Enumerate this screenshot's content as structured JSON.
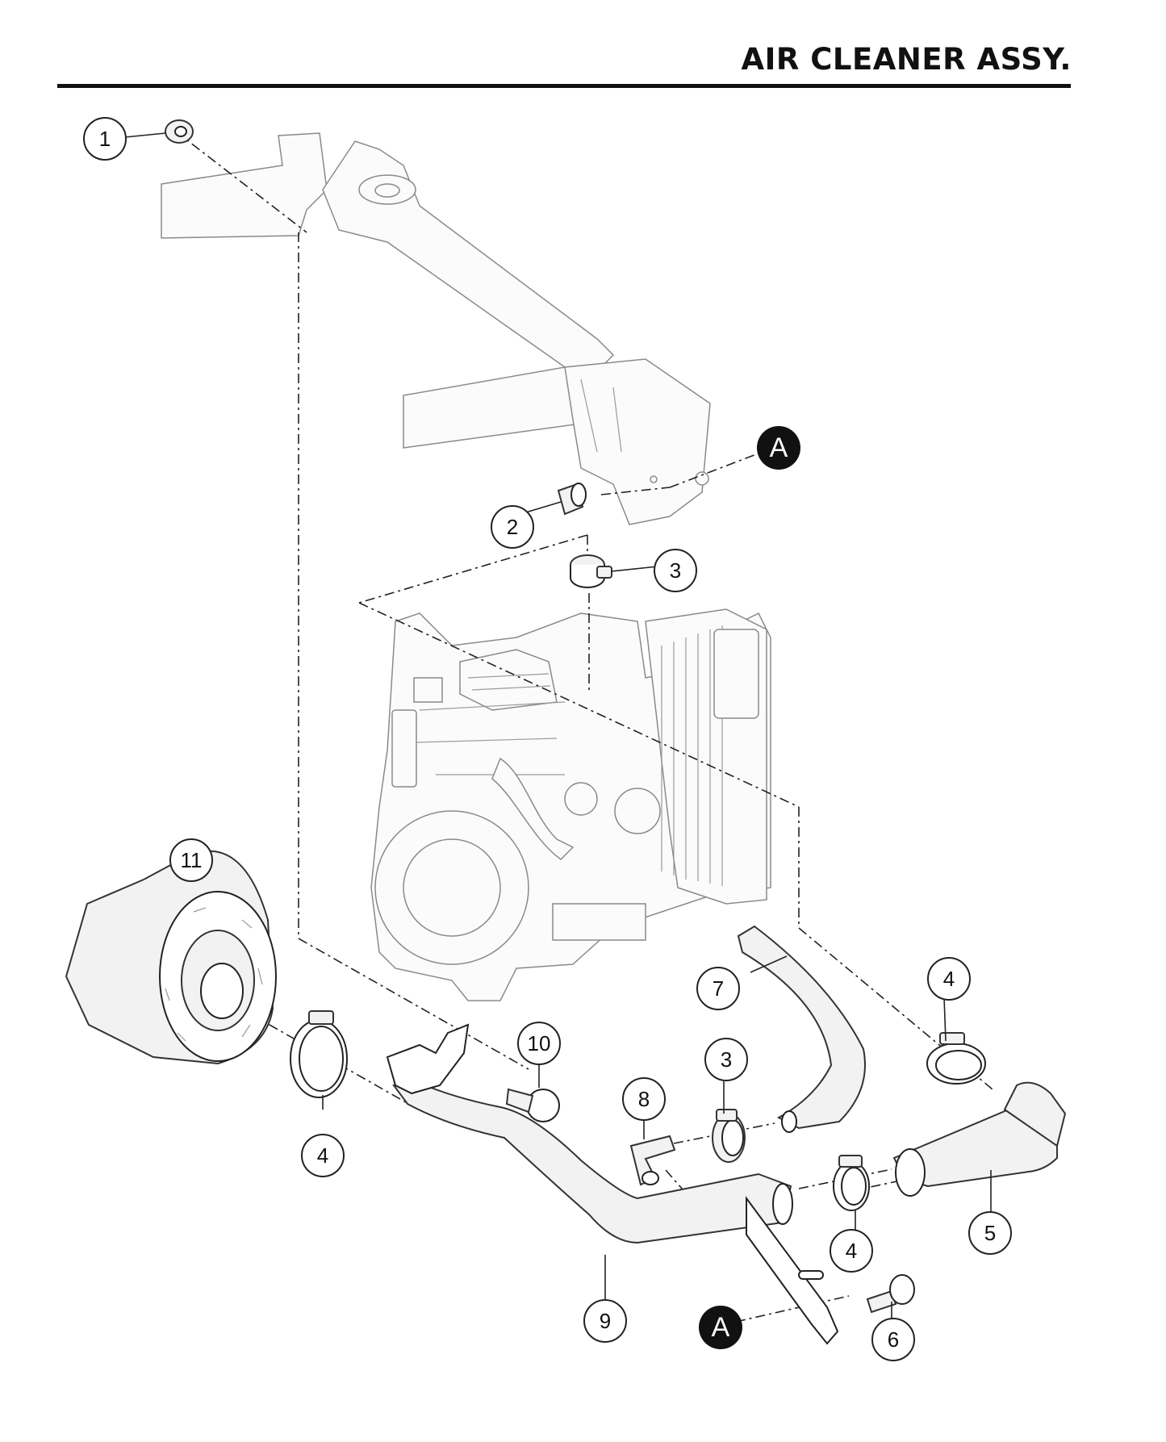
{
  "title": "AIR CLEANER ASSY.",
  "callouts": [
    "1",
    "2",
    "3",
    "3",
    "4",
    "4",
    "4",
    "5",
    "6",
    "7",
    "8",
    "9",
    "10",
    "11"
  ],
  "reference_labels": [
    "A",
    "A"
  ]
}
